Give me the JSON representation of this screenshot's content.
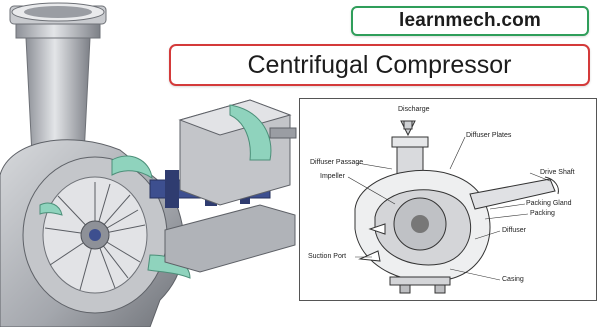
{
  "brand": {
    "text": "learnmech.com",
    "accent": "#2f9e5a"
  },
  "title": {
    "text": "Centrifugal Compressor",
    "accent": "#d43a3a"
  },
  "diagram": {
    "labels": {
      "discharge": "Discharge",
      "diffuser_plates": "Diffuser Plates",
      "diffuser_passage": "Diffuser Passage",
      "drive_shaft": "Drive Shaft",
      "impeller": "Impeller",
      "packing_gland": "Packing Gland",
      "packing": "Packing",
      "diffuser": "Diffuser",
      "suction_port": "Suction Port",
      "casing": "Casing"
    }
  },
  "colors": {
    "metal": "#b9bcc2",
    "metal_dark": "#7d8087",
    "highlight": "#8fd3bd",
    "shaft": "#3d4f8f"
  }
}
